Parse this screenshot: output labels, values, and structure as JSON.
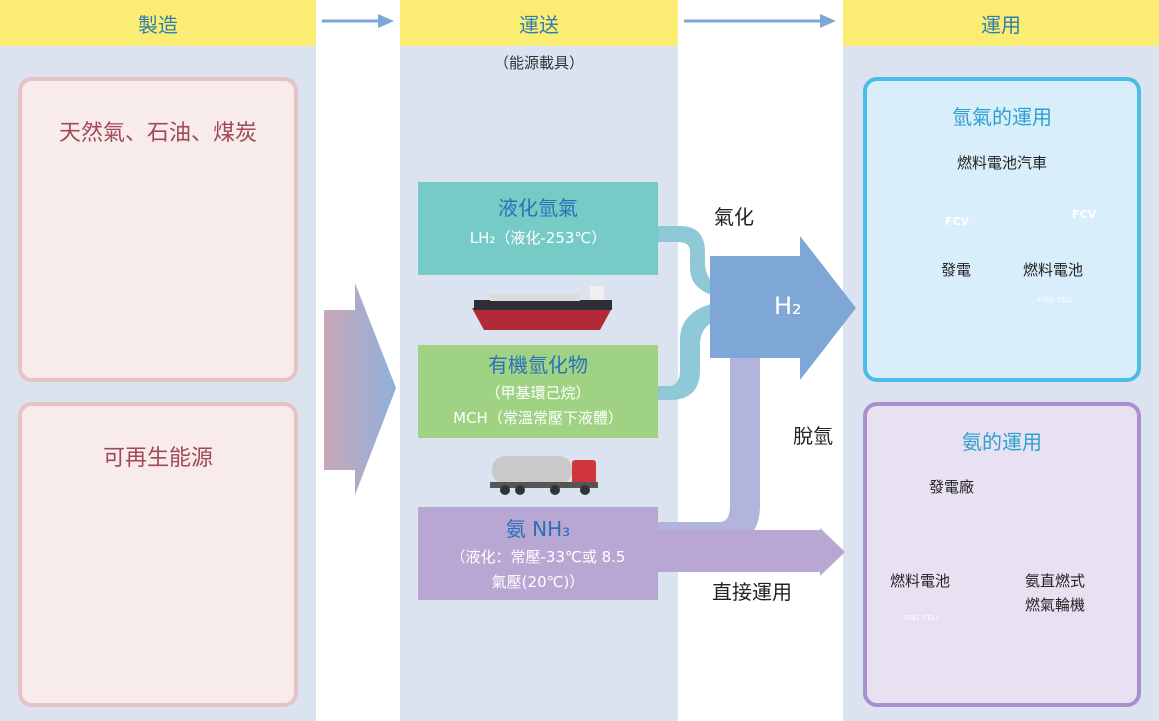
{
  "headers": {
    "production": "製造",
    "transport": "運送",
    "usage": "運用"
  },
  "transport_sub": "（能源載具）",
  "sources": {
    "fossil": "天然氣、石油、煤炭",
    "renewable": "可再生能源"
  },
  "carriers": {
    "lh2": {
      "title": "液化氫氣",
      "detail": "LH₂（液化-253℃）"
    },
    "mch": {
      "title": "有機氫化物",
      "line1": "（甲基環己烷）",
      "line2": "MCH（常溫常壓下液體）"
    },
    "nh3": {
      "title": "氨 NH₃",
      "line1": "（液化：常壓-33℃或 8.5",
      "line2": "氣壓(20℃)）"
    }
  },
  "flow": {
    "gasify": "氣化",
    "h2": "H₂",
    "dehydrogenation": "脫氫",
    "direct": "直接運用"
  },
  "hydrogen_use": {
    "title": "氫氣的運用",
    "fcv_label": "燃料電池汽車",
    "bus_text": "FCV",
    "car_text": "FCV",
    "power_label": "發電",
    "fuel_cell_label": "燃料電池",
    "fuel_cell_text": "FUEL CELL"
  },
  "ammonia_use": {
    "title": "氨的運用",
    "plant_label": "發電廠",
    "fuel_cell_label": "燃料電池",
    "turbine_label_1": "氨直燃式",
    "turbine_label_2": "燃氣輪機",
    "fuel_cell_text": "FUEL CELL"
  },
  "colors": {
    "header_bg": "#fbed74",
    "header_text": "#2f7fae",
    "column_bg": "#dbe3f1",
    "lh2": "#76cbc7",
    "mch": "#9fd283",
    "nh3": "#b8a6d3",
    "h2_arrow": "#7ea6d6",
    "nh3_arrow": "#b8a6d3"
  }
}
